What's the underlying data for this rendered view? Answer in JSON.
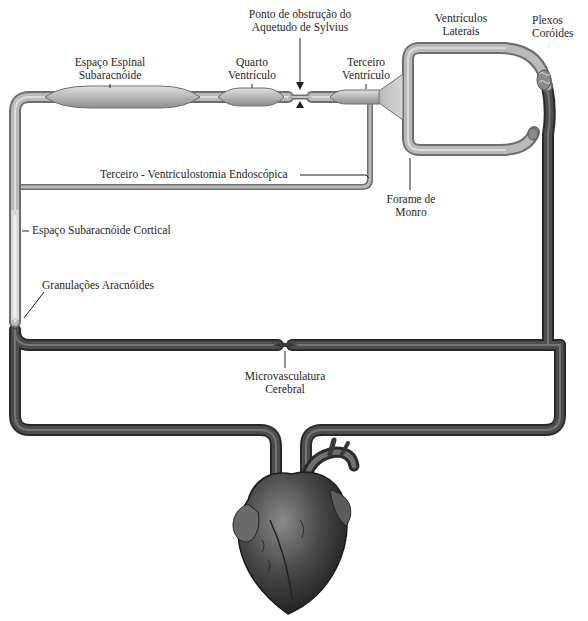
{
  "diagram": {
    "labels": [
      "Ponto de obstrução do Aquetudo de Sylvius",
      "Ventrículos Laterais",
      "Plexos Coróides",
      "Espaço Espinal Subaracnóide",
      "Quarto Ventrículo",
      "Terceiro Ventrículo",
      "Terceiro - Ventriculostomia Endoscópica",
      "Forame de Monro",
      "Espaço Subaracnóide Cortical",
      "Granulações Aracnóides",
      "Microvasculatura Cerebral"
    ]
  }
}
